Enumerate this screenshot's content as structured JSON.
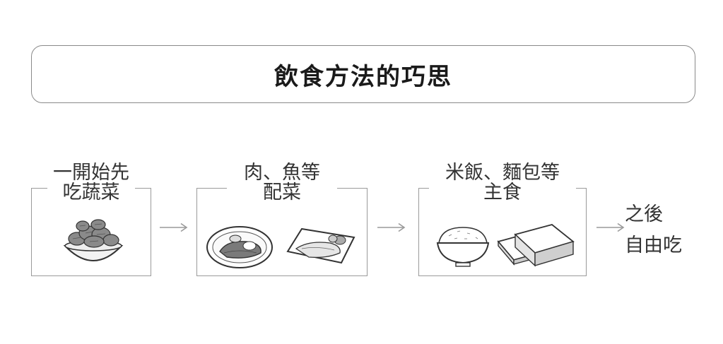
{
  "title": "飲食方法的巧思",
  "steps": [
    {
      "top_label": "一開始先",
      "box_label": "吃蔬菜",
      "image": "vegetable-salad-bowl"
    },
    {
      "top_label": "肉、魚等",
      "box_label": "配菜",
      "image": "meat-and-fish-plates"
    },
    {
      "top_label": "米飯、麵包等",
      "box_label": "主食",
      "image": "rice-bowl-and-bread"
    }
  ],
  "final": {
    "line1": "之後",
    "line2": "自由吃"
  },
  "colors": {
    "border": "#8a8a8a",
    "text": "#333333",
    "arrow": "#9a9a9a"
  }
}
